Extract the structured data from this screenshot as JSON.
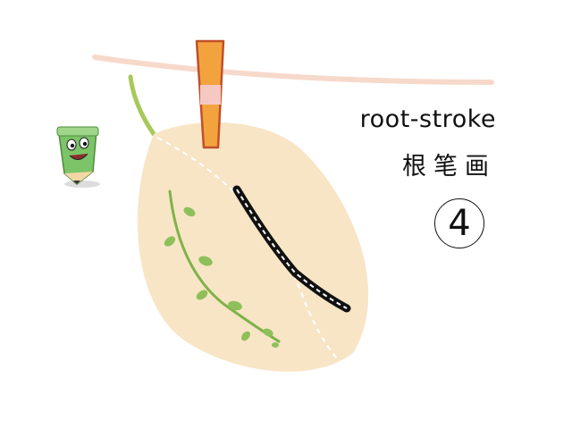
{
  "card": {
    "stroke_name_en": "root-stroke",
    "stroke_name_zh": "根笔画",
    "lesson_number": "4"
  },
  "colors": {
    "line": "#f5d6c8",
    "leaf": "#f8e4c4",
    "peg": "#f2a03c",
    "peg_band": "#f6c6c0",
    "stroke": "#111111",
    "vine": "#7fb24a",
    "pencil": "#7cc468"
  },
  "icons": [
    "pencil-mascot-icon",
    "clothes-peg-icon",
    "leaf-card-icon",
    "vine-icon"
  ]
}
